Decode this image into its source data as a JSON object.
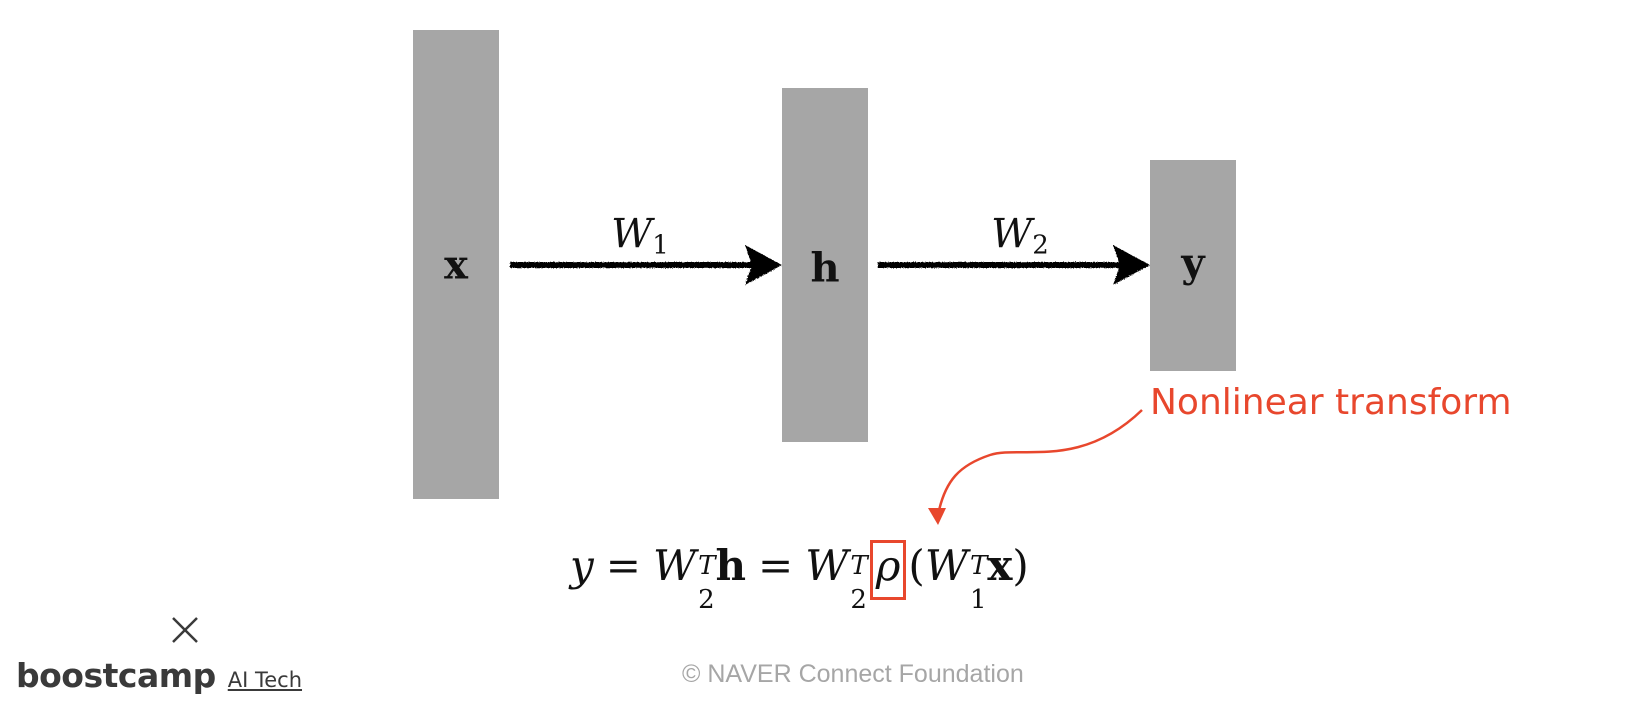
{
  "diagram": {
    "nodes": [
      {
        "id": "x",
        "label": "x"
      },
      {
        "id": "h",
        "label": "h"
      },
      {
        "id": "y",
        "label": "y"
      }
    ],
    "edges": [
      {
        "from": "x",
        "to": "h",
        "label_base": "W",
        "label_sub": "1"
      },
      {
        "from": "h",
        "to": "y",
        "label_base": "W",
        "label_sub": "2"
      }
    ],
    "block_color": "#a6a6a6",
    "arrow_color": "#000000"
  },
  "annotation": {
    "text": "Nonlinear transform",
    "color": "#e8472d",
    "target": "ρ"
  },
  "equation": {
    "y": "y",
    "eq": "=",
    "W": "W",
    "sub2": "2",
    "sub1": "1",
    "T": "T",
    "h": "h",
    "rho": "ρ",
    "lparen": "(",
    "rparen": ")",
    "x": "x"
  },
  "branding": {
    "logo_name": "boostcamp",
    "logo_sub": "AI Tech",
    "icon": "close-x-icon"
  },
  "footer": {
    "copyright": "©  NAVER Connect Foundation"
  }
}
